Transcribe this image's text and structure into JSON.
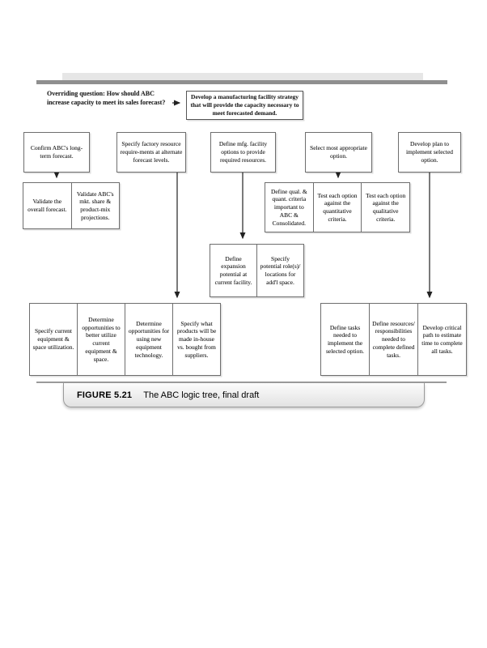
{
  "figure": {
    "label": "FIGURE 5.21",
    "caption": "The ABC logic tree, final draft"
  },
  "overriding_question": "Overriding question: How should ABC increase capacity to meet its sales forecast?",
  "goal": "Develop a manufacturing facility strategy that will provide the capacity necessary to meet forecasted demand.",
  "level1": {
    "confirm_forecast": "Confirm ABC's long-term forecast.",
    "factory_resources": "Specify factory resource require-ments at alternate forecast levels.",
    "facility_options": "Define mfg. facility options to provide required resources.",
    "select_option": "Select most appropriate option.",
    "develop_plan": "Develop plan to implement selected option."
  },
  "forecast_group": {
    "validate_overall": "Validate the overall forecast.",
    "validate_share": "Validate ABC's mkt. share & product-mix projections."
  },
  "criteria_group": {
    "define_criteria": "Define qual. & quant. criteria important to ABC & Consolidated.",
    "test_quantitative": "Test each option against the quantitative criteria.",
    "test_qualitative": "Test each option against the qualitative criteria."
  },
  "expansion_group": {
    "expansion_potential": "Define expansion potential at current facility.",
    "potential_roles": "Specify potential role(s)/ locations for add'l space."
  },
  "equipment_group": {
    "current_utilization": "Specify current equipment & space utilization.",
    "better_utilize": "Determine opportunities to better utilize current equipment & space.",
    "new_technology": "Determine opportunities for using new equipment technology.",
    "make_vs_buy": "Specify what products will be made in-house vs. bought from suppliers."
  },
  "implementation_group": {
    "define_tasks": "Define tasks needed to implement the selected option.",
    "define_resources": "Define resources/ responsibilities needed to complete defined tasks.",
    "critical_path": "Develop critical path to estimate time to complete all tasks."
  },
  "colors": {
    "top_rule": "#8f8f8f",
    "top_band": "#e6e6e6",
    "box_border": "#6e6e6e",
    "caption_border": "#9a9a9a"
  }
}
